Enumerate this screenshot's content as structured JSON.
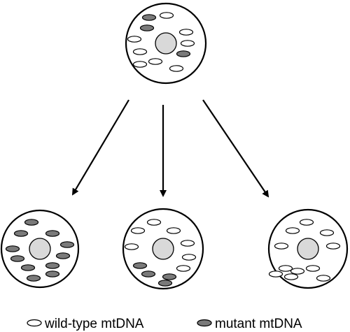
{
  "legend": {
    "wild_type_label": "wild-type mtDNA",
    "mutant_label": "mutant mtDNA"
  },
  "colors": {
    "wild_type_fill": "#ffffff",
    "mutant_fill": "#7a7a7a",
    "nucleus_fill": "#d9d9d9",
    "stroke": "#000000"
  },
  "cells": [
    {
      "id": "parent-cell",
      "wild_type_count": 8,
      "mutant_count": 3
    },
    {
      "id": "daughter-cell-left",
      "wild_type_count": 0,
      "mutant_count": 11
    },
    {
      "id": "daughter-cell-middle",
      "wild_type_count": 7,
      "mutant_count": 4
    },
    {
      "id": "daughter-cell-right",
      "wild_type_count": 11,
      "mutant_count": 0
    }
  ]
}
